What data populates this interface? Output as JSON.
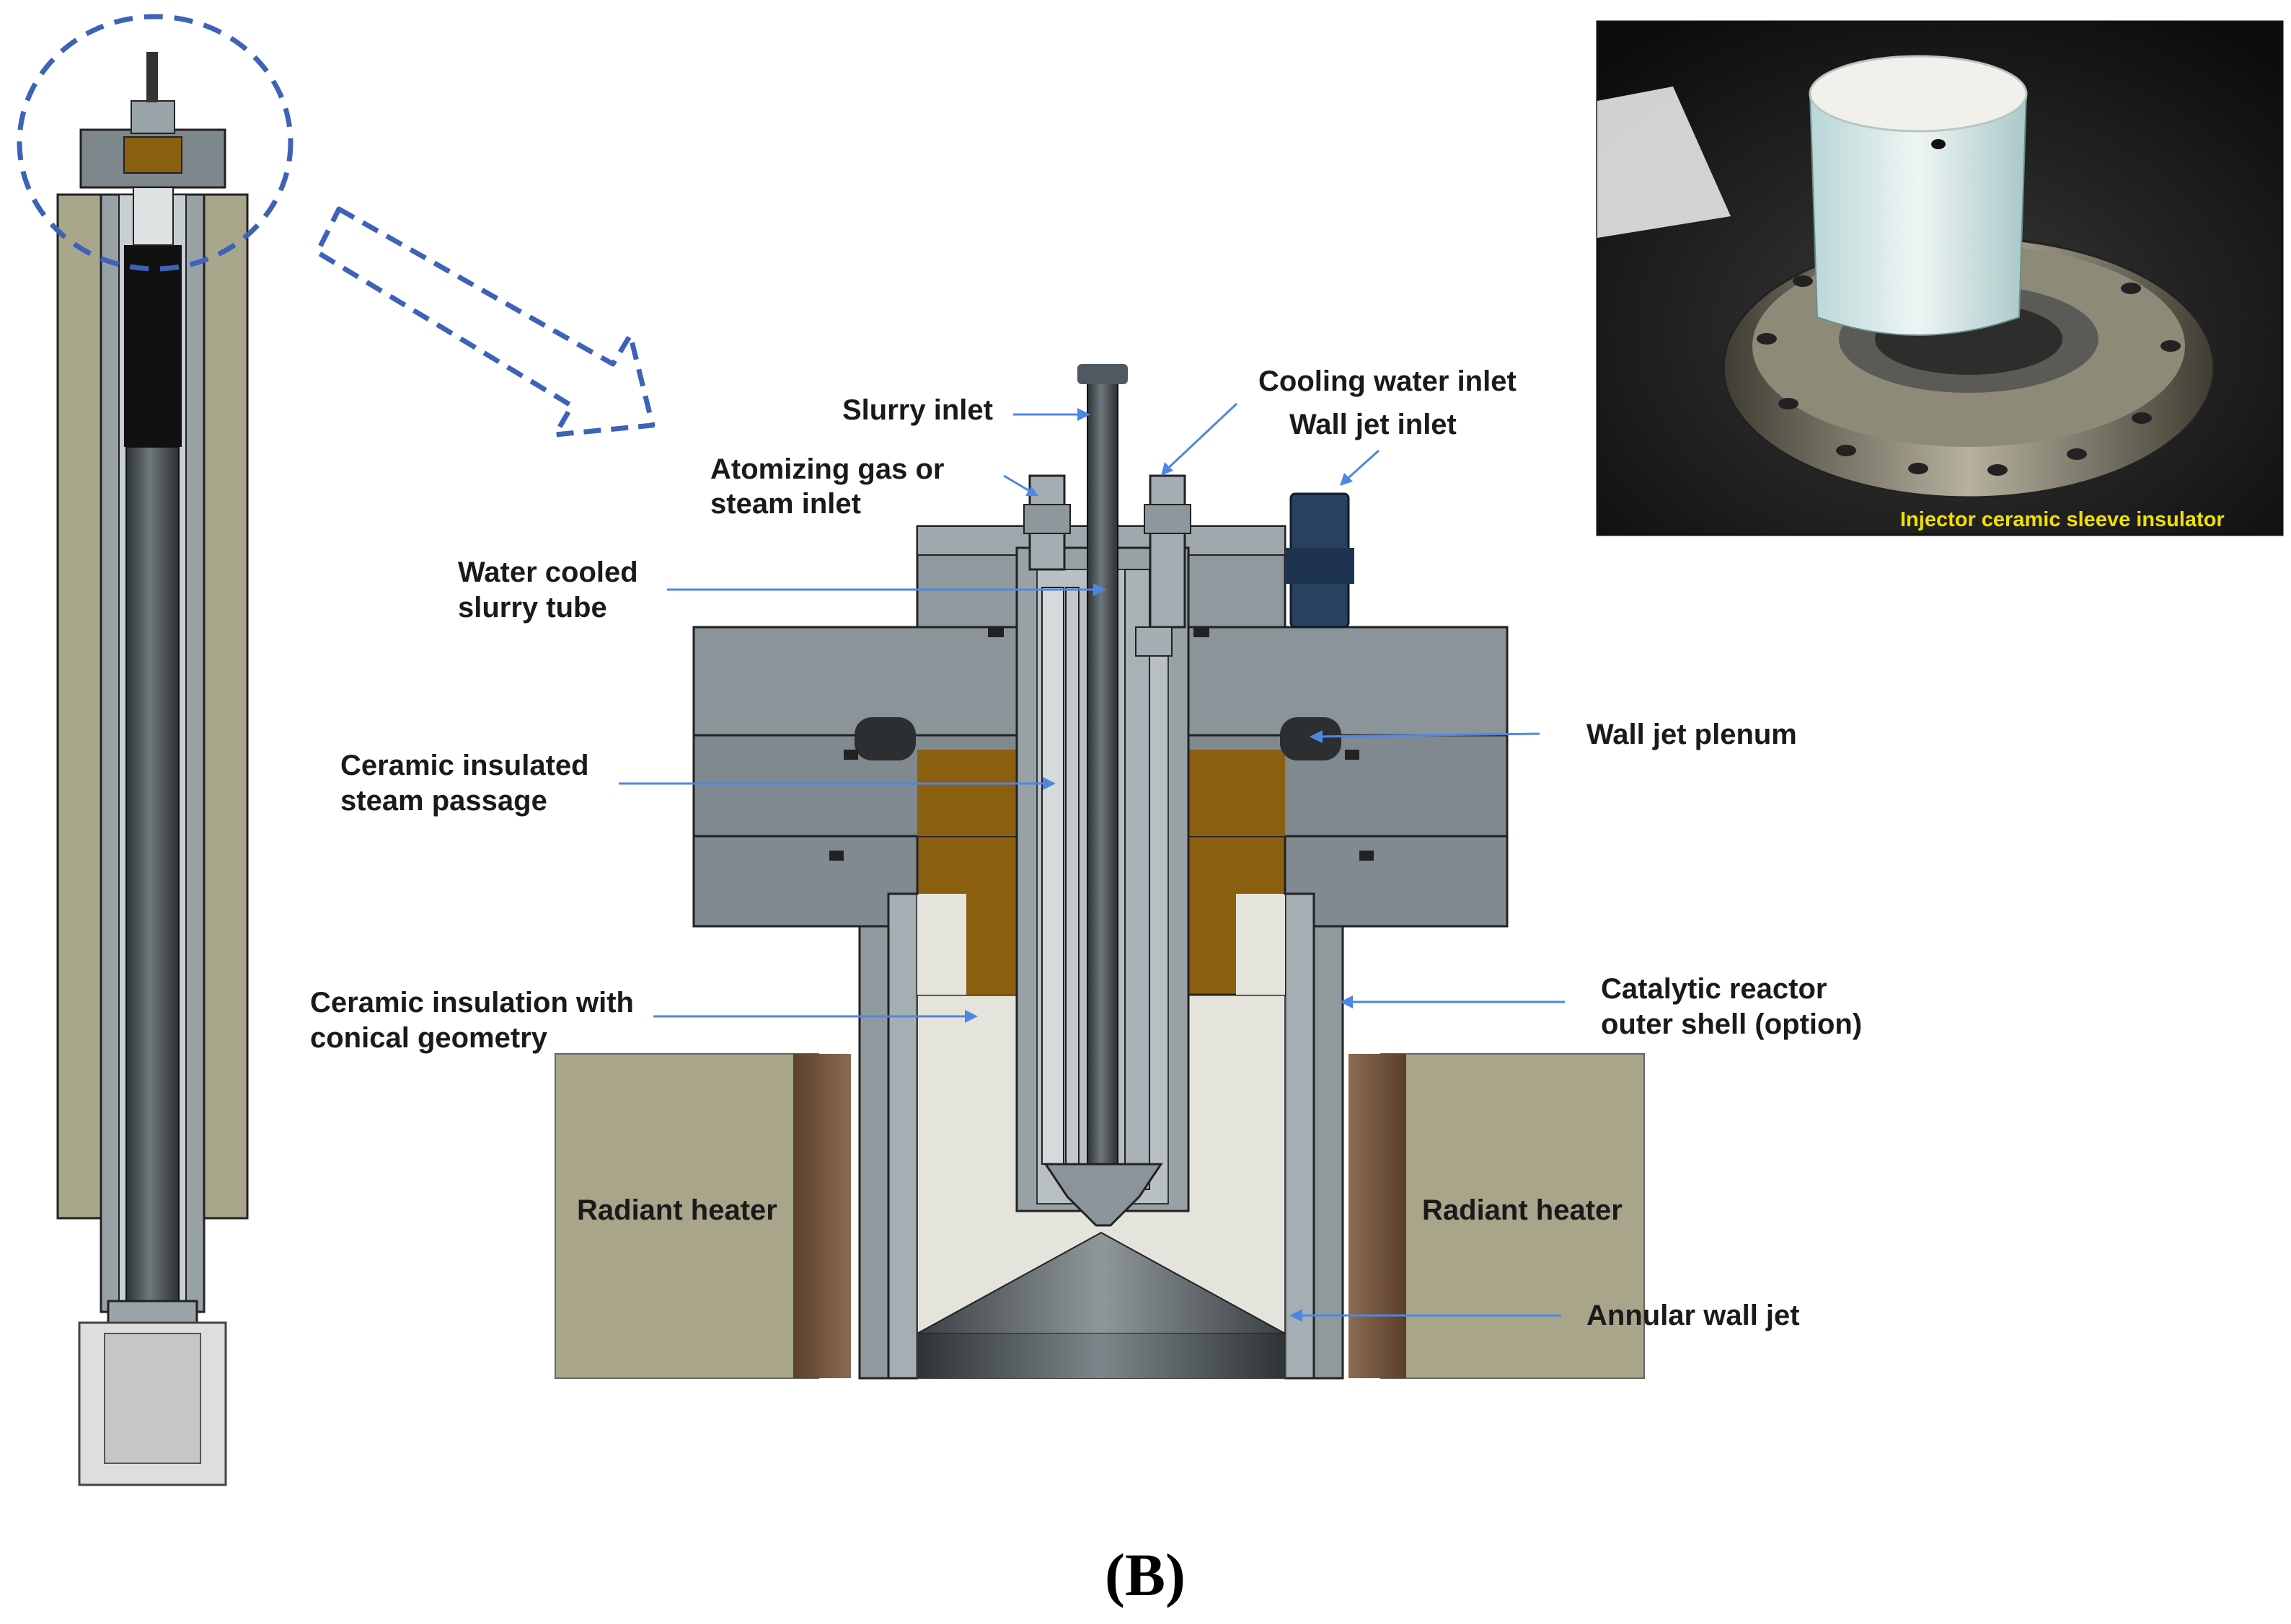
{
  "figure": {
    "caption": "(B)"
  },
  "photo": {
    "caption": "Injector ceramic sleeve insulator"
  },
  "labels": {
    "slurry_inlet": "Slurry inlet",
    "cooling_water_inlet": "Cooling water inlet",
    "wall_jet_inlet": "Wall jet inlet",
    "atomizing_gas": [
      "Atomizing gas or",
      "steam inlet"
    ],
    "water_cooled_tube": [
      "Water cooled",
      "slurry tube"
    ],
    "wall_jet_plenum": "Wall jet plenum",
    "ceramic_steam_passage": [
      "Ceramic insulated",
      "steam passage"
    ],
    "catalytic_shell": [
      "Catalytic reactor",
      "outer shell (option)"
    ],
    "ceramic_insulation": [
      "Ceramic insulation  with",
      "conical geometry"
    ],
    "radiant_heater_left": "Radiant heater",
    "radiant_heater_right": "Radiant heater",
    "annular_wall_jet": "Annular wall jet"
  },
  "colors": {
    "leader": "#4f86e6",
    "dash_blue": "#3d62b8",
    "steel": "#8c979d",
    "steel_dark": "#5f6a70",
    "bronze": "#8a5f10",
    "ceramic": "#e4e4dc",
    "heater": "#a8a58a",
    "photo_caption": "#f1e000"
  }
}
